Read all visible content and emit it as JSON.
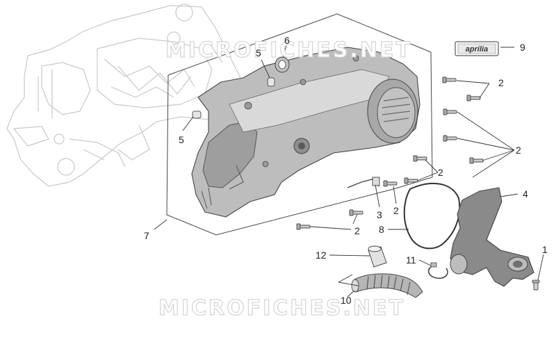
{
  "diagram": {
    "watermark_top": "MICROFICHES.NET",
    "watermark_bottom": "MICROFICHES.NET",
    "badge_text": "aprilia",
    "callouts": {
      "c1": "1",
      "c2a": "2",
      "c2b": "2",
      "c2c": "2",
      "c2d": "2",
      "c2e": "2",
      "c3": "3",
      "c4": "4",
      "c5a": "5",
      "c5b": "5",
      "c6": "6",
      "c7": "7",
      "c8": "8",
      "c9": "9",
      "c10": "10",
      "c11": "11",
      "c12": "12"
    },
    "colors": {
      "ghost_line": "#c8c8c8",
      "part_fill": "#c9c9c9",
      "cover_fill": "#b9b9b9",
      "dark_part": "#8d8d8d"
    }
  }
}
